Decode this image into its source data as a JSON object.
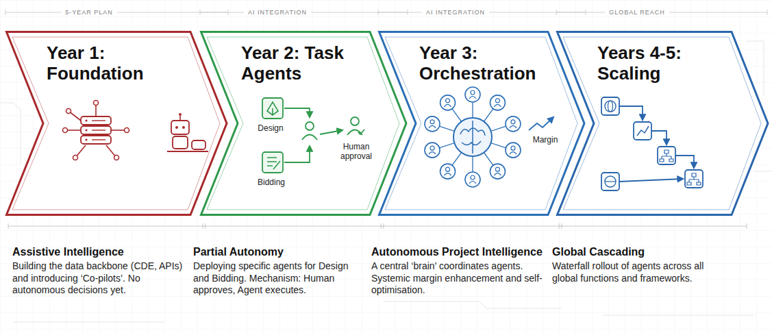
{
  "diagram": {
    "nodes": [
      {
        "text": [
          "5-YEAR PLAN",
          "Year 1: Foundation",
          "Assistive Intelligence",
          "Building the data backbone (CDE, APIs) and introducing ‘Co-pilots’. No autonomous decisions yet."
        ]
      },
      {
        "text": [
          "AI INTEGRATION",
          "Year 2: Task Agents",
          "Partial Autonomy",
          "Deploying specific agents for Design and Bidding. Mechanism: Human approves, Agent executes."
        ]
      },
      {
        "text": [
          "AI INTEGRATION",
          "Year 3: Orchestration",
          "Autonomous Project Intelligence",
          "A central ‘brain’ coordinates agents. Systemic margin enhancement and self-optimisation."
        ]
      },
      {
        "text": [
          "GLOBAL REACH",
          "Years 4-5: Scaling",
          "Global Cascading",
          "Waterfall rollout of agents across all global functions and frameworks."
        ]
      }
    ],
    "labels": [
      "Design",
      "Bidding",
      "Human approval",
      "Margin"
    ]
  }
}
